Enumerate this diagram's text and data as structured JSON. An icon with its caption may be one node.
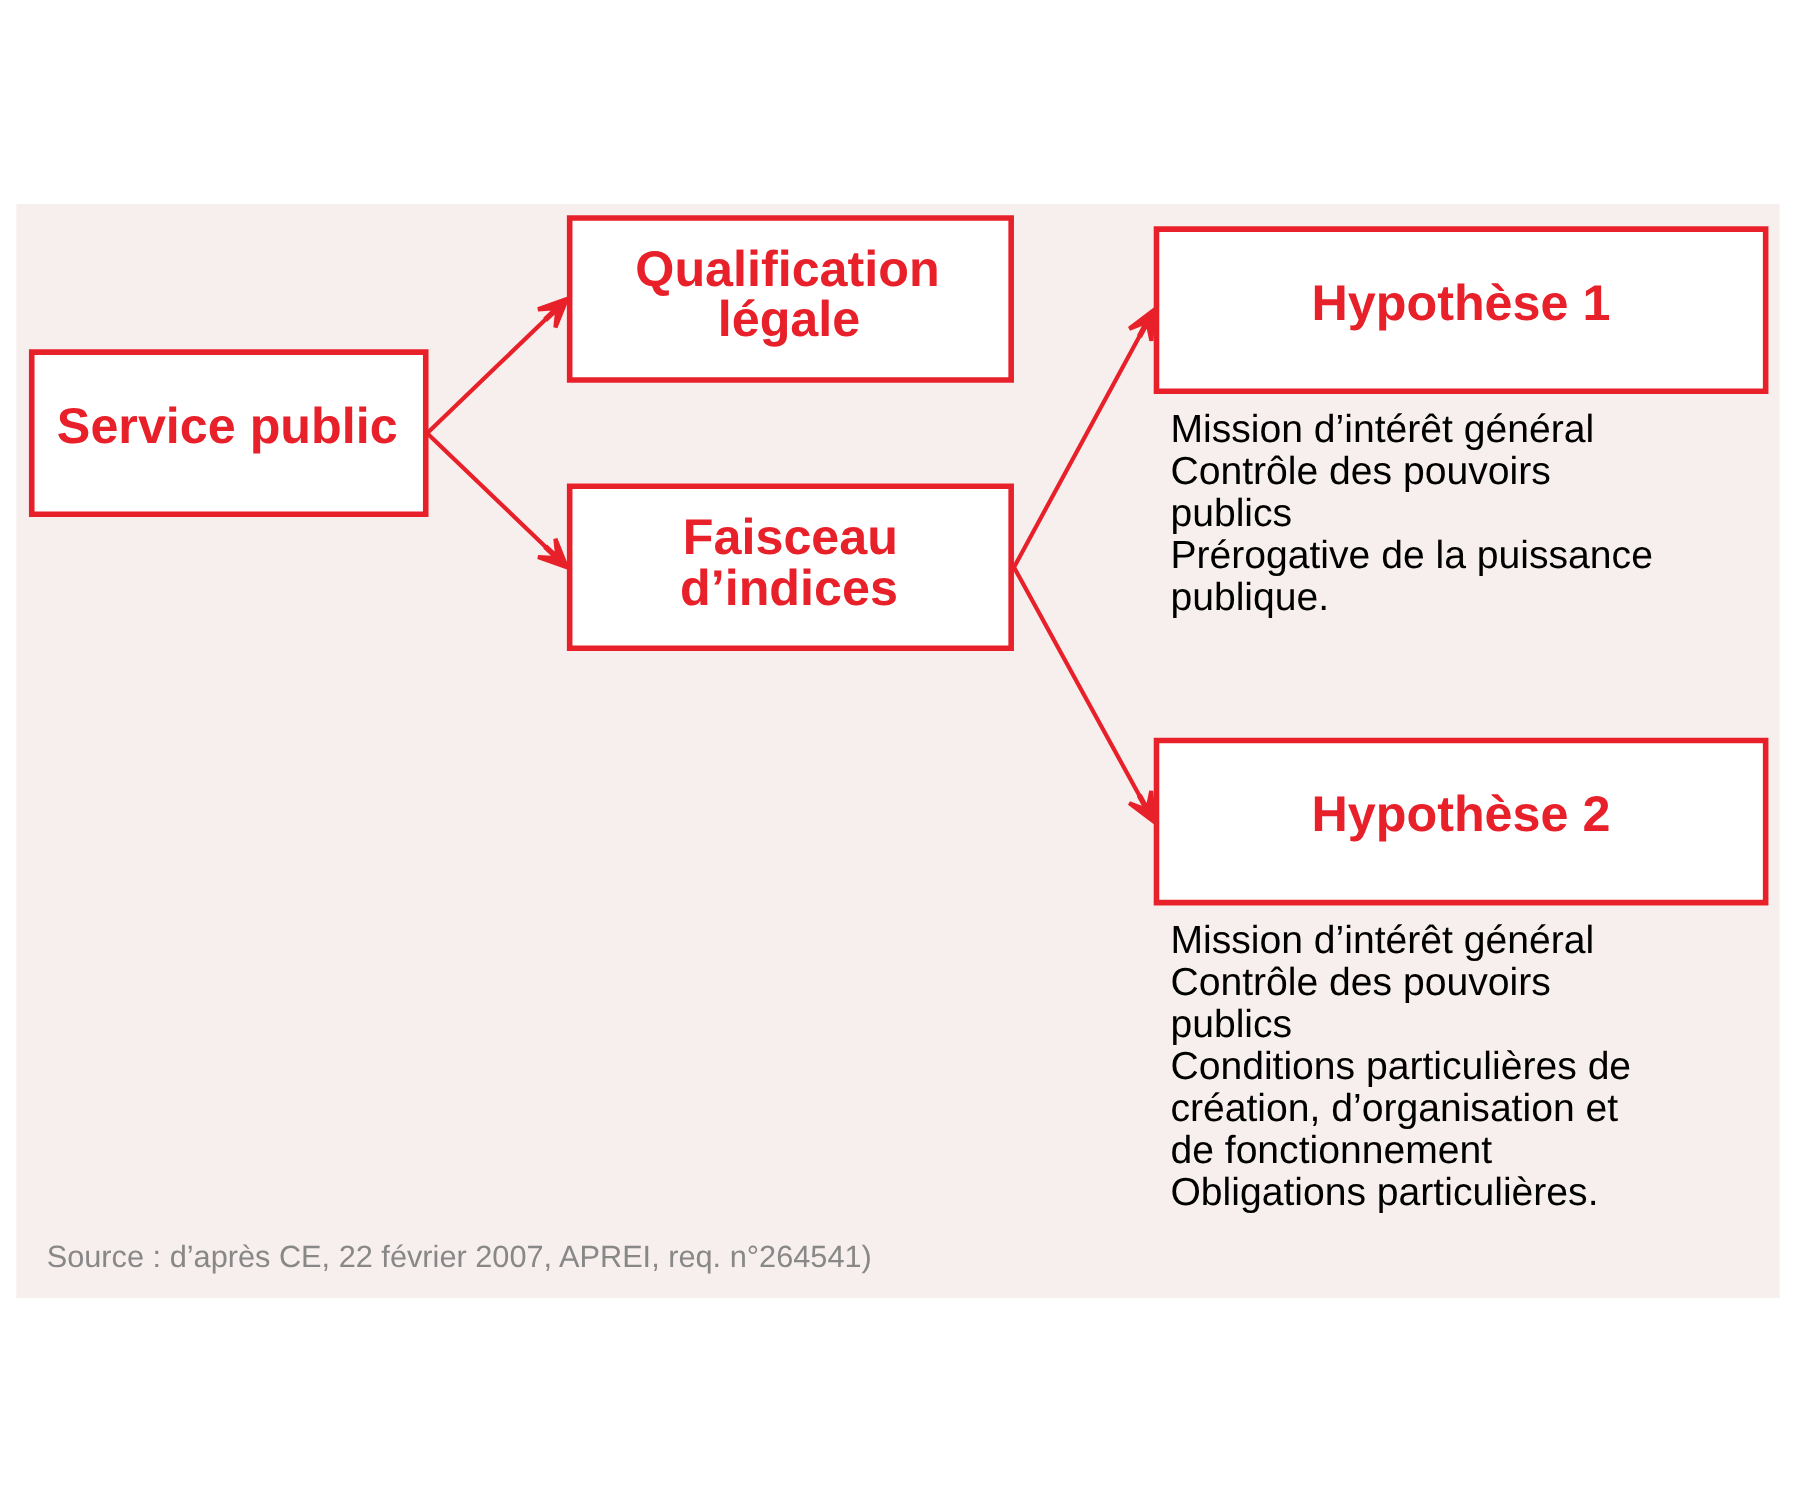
{
  "diagram": {
    "caption": "Source : d’après CE, 22 février 2007, APREI, req. n°264541)",
    "nodes": [
      {
        "text": [
          "Service public"
        ]
      },
      {
        "text": [
          "Qualification légale"
        ]
      },
      {
        "text": [
          "Faisceau d’indices"
        ]
      },
      {
        "text": [
          "Hypothèse 1"
        ],
        "beside": [
          "Mission d’intérêt général",
          "Contrôle des pouvoirs publics",
          "Prérogative de la puissance publique."
        ]
      },
      {
        "text": [
          "Hypothèse 2"
        ],
        "beside": [
          "Mission d’intérêt général",
          "Contrôle des pouvoirs publics",
          "Conditions particulières de création, d’organisation et de fonctionnement",
          "Obligations particulières."
        ]
      }
    ],
    "edges": [
      {
        "from": 0,
        "to": 1,
        "arrow": "to"
      },
      {
        "from": 0,
        "to": 2,
        "arrow": "to"
      },
      {
        "from": 2,
        "to": 3,
        "arrow": "to"
      },
      {
        "from": 2,
        "to": 4,
        "arrow": "to"
      }
    ]
  }
}
